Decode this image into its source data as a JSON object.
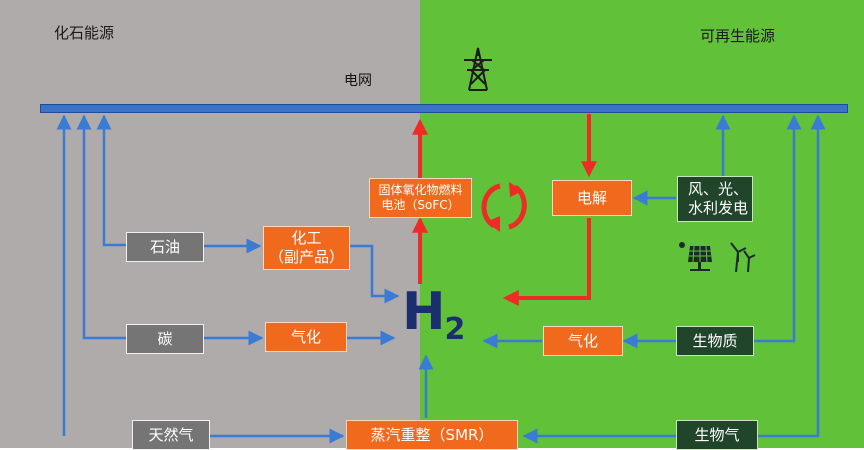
{
  "regions": {
    "left_title": "化石能源",
    "right_title": "可再生能源"
  },
  "grid": {
    "label": "电网"
  },
  "nodes": {
    "oil": "石油",
    "carbon": "碳",
    "natural_gas": "天然气",
    "chemical_line1": "化工",
    "chemical_line2": "（副产品）",
    "gasify_left": "气化",
    "smr": "蒸汽重整（SMR）",
    "sofc_line1": "固体氧化物燃料",
    "sofc_line2": "电池（SoFC）",
    "electrolysis": "电解",
    "renewables_line1": "风、光、",
    "renewables_line2": "水利发电",
    "gasify_right": "气化",
    "biomass": "生物质",
    "biogas": "生物气"
  },
  "hydrogen": {
    "symbol": "H",
    "subscript": "2"
  },
  "colors": {
    "fossil_bg": "#b0abab",
    "renewable_bg": "#61c23a",
    "grid_bar": "#3c72c8",
    "flow_arrow": "#3a7bd5",
    "hydrogen_arrow": "#ee2b24",
    "process_box": "#f0691c",
    "fossil_box": "#757575",
    "renewable_box": "#20452a"
  },
  "icons": [
    "power-tower-icon",
    "solar-panel-icon",
    "wind-turbine-icon",
    "cycle-arrows-icon"
  ]
}
